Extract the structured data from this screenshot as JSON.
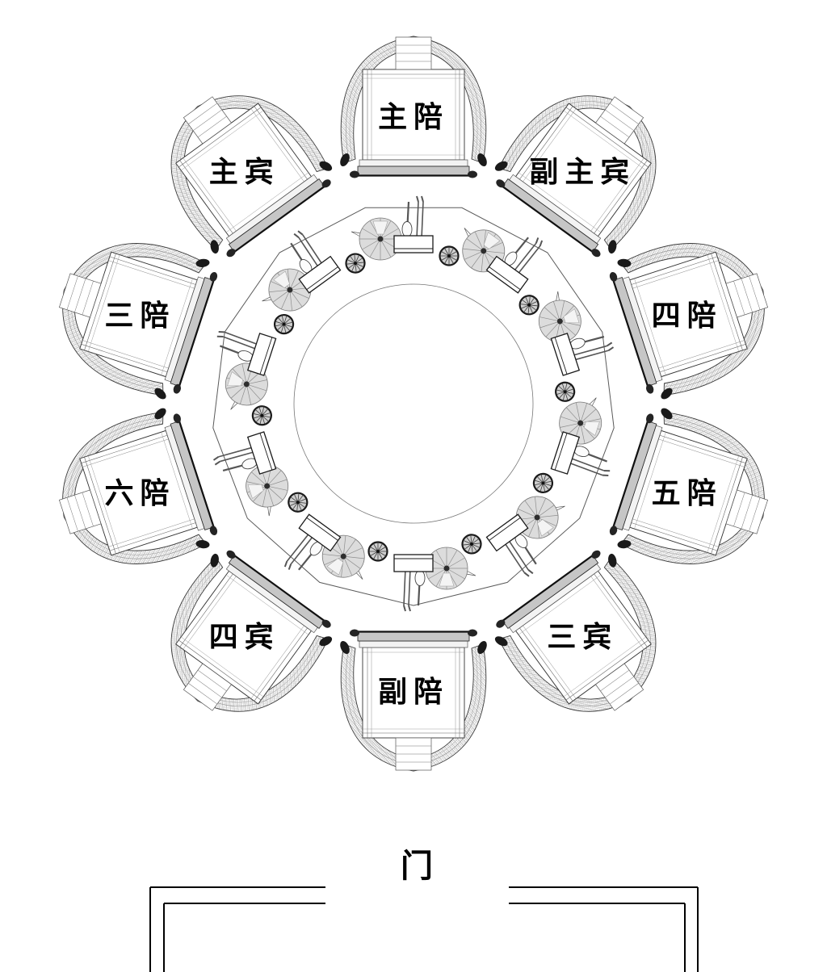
{
  "seating": {
    "seat_count": 10,
    "seats": [
      {
        "label": "主陪",
        "angle_deg": 90
      },
      {
        "label": "副主宾",
        "angle_deg": 54
      },
      {
        "label": "四陪",
        "angle_deg": 18
      },
      {
        "label": "五陪",
        "angle_deg": -18
      },
      {
        "label": "三宾",
        "angle_deg": -54
      },
      {
        "label": "副陪",
        "angle_deg": -90
      },
      {
        "label": "四宾",
        "angle_deg": -126
      },
      {
        "label": "六陪",
        "angle_deg": -162
      },
      {
        "label": "三陪",
        "angle_deg": 162
      },
      {
        "label": "主宾",
        "angle_deg": 126
      }
    ]
  },
  "door": {
    "label": "门"
  },
  "ink_color": "#000000"
}
